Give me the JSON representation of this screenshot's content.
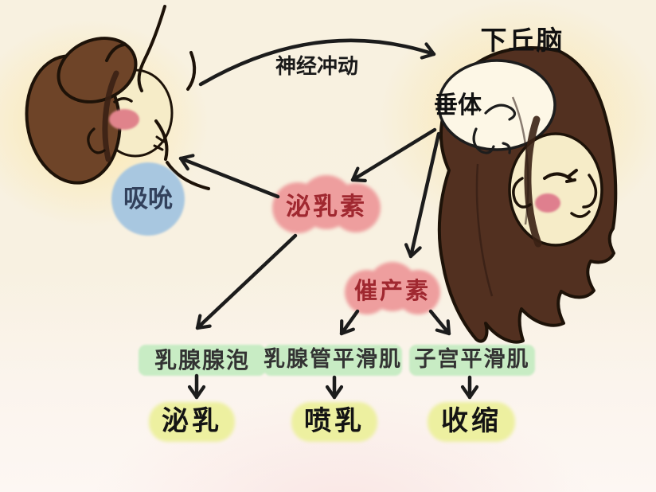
{
  "diagram": {
    "nodes": {
      "sucking": "吸吮",
      "nerve_impulse": "神经冲动",
      "hypothalamus": "下丘脑",
      "pituitary": "垂体",
      "prolactin": "泌乳素",
      "oxytocin": "催产素",
      "alveoli": "乳腺腺泡",
      "duct_muscle": "乳腺管平滑肌",
      "uterine_muscle": "子宫平滑肌",
      "secrete": "泌乳",
      "eject": "喷乳",
      "contract": "收缩"
    },
    "edges": [
      {
        "from": "吸吮",
        "to": "下丘脑",
        "label": "神经冲动"
      },
      {
        "from": "垂体",
        "to": "泌乳素",
        "label": ""
      },
      {
        "from": "垂体",
        "to": "催产素",
        "label": ""
      },
      {
        "from": "泌乳素",
        "to": "吸吮",
        "label": ""
      },
      {
        "from": "泌乳素",
        "to": "乳腺腺泡",
        "label": ""
      },
      {
        "from": "催产素",
        "to": "乳腺管平滑肌",
        "label": ""
      },
      {
        "from": "催产素",
        "to": "子宫平滑肌",
        "label": ""
      },
      {
        "from": "乳腺腺泡",
        "to": "泌乳",
        "label": ""
      },
      {
        "from": "乳腺管平滑肌",
        "to": "喷乳",
        "label": ""
      },
      {
        "from": "子宫平滑肌",
        "to": "收缩",
        "label": ""
      }
    ],
    "colors": {
      "sucking_bg": "#a8c7e0",
      "sucking_text": "#32415c",
      "hormone_bg": "#ee9e9e",
      "hormone_text": "#a02830",
      "organ_bg": "#c8ecc4",
      "organ_text": "#333333",
      "effect_bg": "#edf0a0",
      "effect_text": "#141414",
      "background": "#f8f1e0"
    }
  }
}
